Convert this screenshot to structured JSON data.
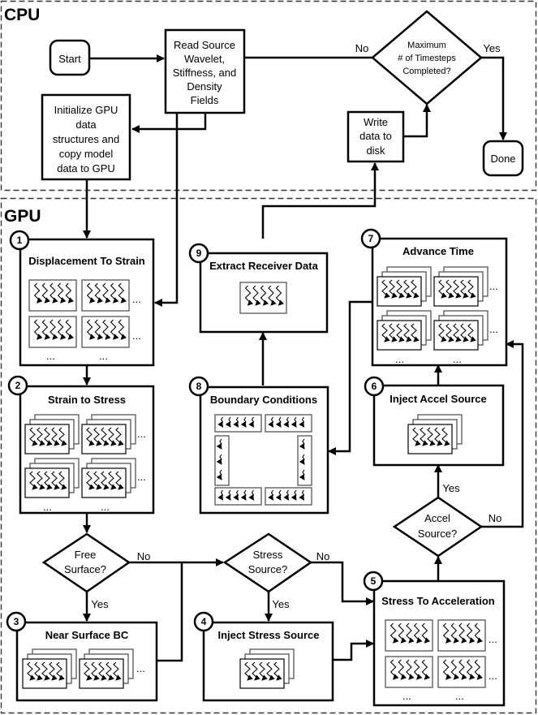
{
  "regions": {
    "cpu": {
      "label": "CPU"
    },
    "gpu": {
      "label": "GPU"
    }
  },
  "cpu_nodes": {
    "start": {
      "label": "Start"
    },
    "read_fields": {
      "lines": [
        "Read Source",
        "Wavelet,",
        "Stiffness, and",
        "Density",
        "Fields"
      ]
    },
    "init_gpu": {
      "lines": [
        "Initialize GPU",
        "data",
        "structures and",
        "copy model",
        "data to GPU"
      ]
    },
    "max_timesteps": {
      "lines": [
        "Maximum",
        "# of Timesteps",
        "Completed?"
      ],
      "yes_label": "Yes",
      "no_label": "No"
    },
    "write_disk": {
      "lines": [
        "Write",
        "data to",
        "disk"
      ]
    },
    "done": {
      "label": "Done"
    }
  },
  "gpu_kernels": [
    {
      "step": "1",
      "title": "Displacement To Strain",
      "tiles": "grid-2x2-single"
    },
    {
      "step": "2",
      "title": "Strain to Stress",
      "tiles": "grid-2x2-stacked"
    },
    {
      "step": "3",
      "title": "Near Surface BC",
      "tiles": "row-2-stacked"
    },
    {
      "step": "4",
      "title": "Inject Stress Source",
      "tiles": "one-stacked"
    },
    {
      "step": "5",
      "title": "Stress To Acceleration",
      "tiles": "grid-2x2-single"
    },
    {
      "step": "6",
      "title": "Inject Accel Source",
      "tiles": "one-stacked"
    },
    {
      "step": "7",
      "title": "Advance Time",
      "tiles": "grid-2x2-stacked"
    },
    {
      "step": "8",
      "title": "Boundary Conditions",
      "tiles": "border-frame"
    },
    {
      "step": "9",
      "title": "Extract Receiver Data",
      "tiles": "one-single"
    }
  ],
  "decisions": {
    "free_surface": {
      "lines": [
        "Free",
        "Surface?"
      ],
      "yes_label": "Yes",
      "no_label": "No"
    },
    "stress_source": {
      "lines": [
        "Stress",
        "Source?"
      ],
      "yes_label": "Yes",
      "no_label": "No"
    },
    "accel_source": {
      "lines": [
        "Accel",
        "Source?"
      ],
      "yes_label": "Yes",
      "no_label": "No"
    }
  },
  "ellipsis": "..."
}
